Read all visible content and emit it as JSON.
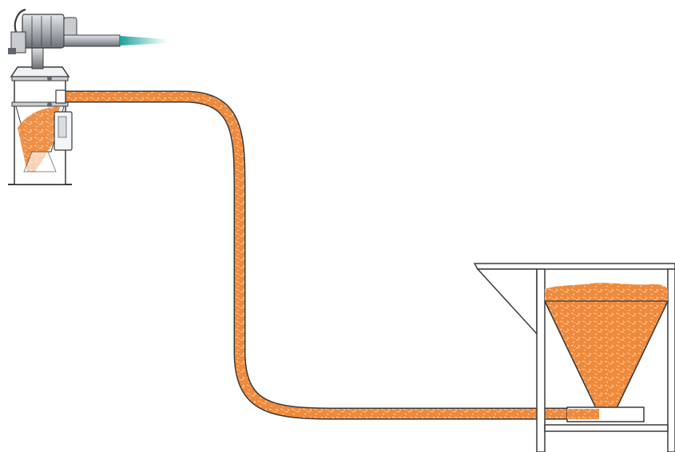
{
  "diagram": {
    "type": "pneumatic-conveying-illustration",
    "labels": [],
    "colors": {
      "material": "#ee8a3c",
      "material_light": "#f6b27a",
      "speckle": "#ffffff",
      "outline": "#3a3a3a",
      "metal": "#9aa0a6",
      "metal_dark": "#5f656b",
      "air_jet": "#2bb3b1"
    },
    "components": [
      {
        "id": "vacuum-receiver",
        "icon": "vacuum-receiver-icon"
      },
      {
        "id": "vacuum-generator",
        "icon": "motor-icon"
      },
      {
        "id": "compressed-air-jet",
        "icon": "air-jet-icon"
      },
      {
        "id": "conveying-hose",
        "icon": "hose-icon"
      },
      {
        "id": "feed-hopper",
        "icon": "hopper-icon"
      },
      {
        "id": "pickup-adapter",
        "icon": "pickup-icon"
      }
    ]
  }
}
